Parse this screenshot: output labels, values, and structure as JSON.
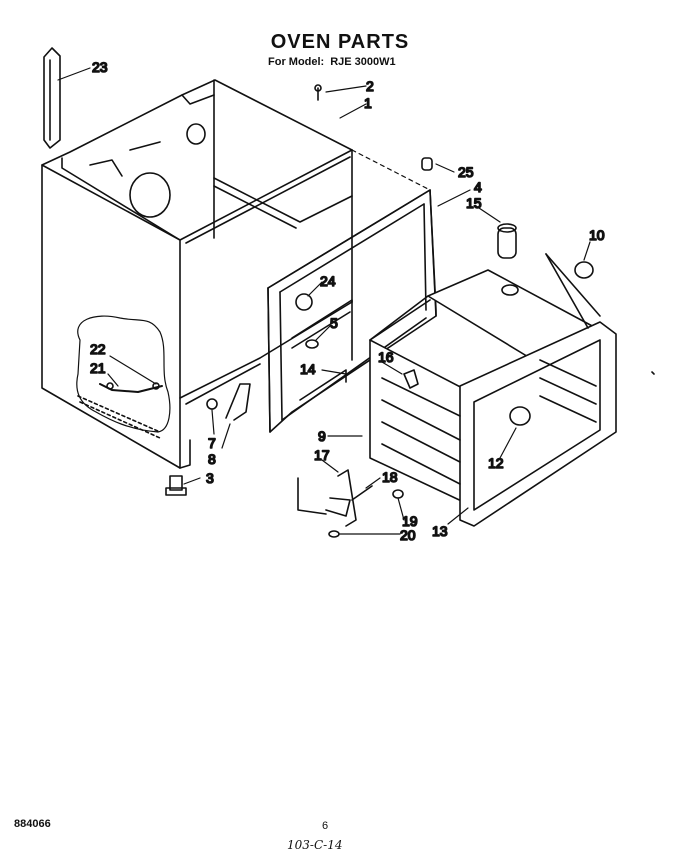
{
  "header": {
    "title": "OVEN PARTS",
    "model_prefix": "For Model:",
    "model_number": "RJE 3000W1"
  },
  "callouts": [
    "1",
    "2",
    "3",
    "4",
    "5",
    "7",
    "8",
    "9",
    "10",
    "12",
    "13",
    "14",
    "15",
    "16",
    "17",
    "18",
    "19",
    "20",
    "21",
    "22",
    "23",
    "24",
    "25"
  ],
  "footer": {
    "doc_number": "884066",
    "page_number": "6",
    "handwritten_note": "103-C-14"
  }
}
